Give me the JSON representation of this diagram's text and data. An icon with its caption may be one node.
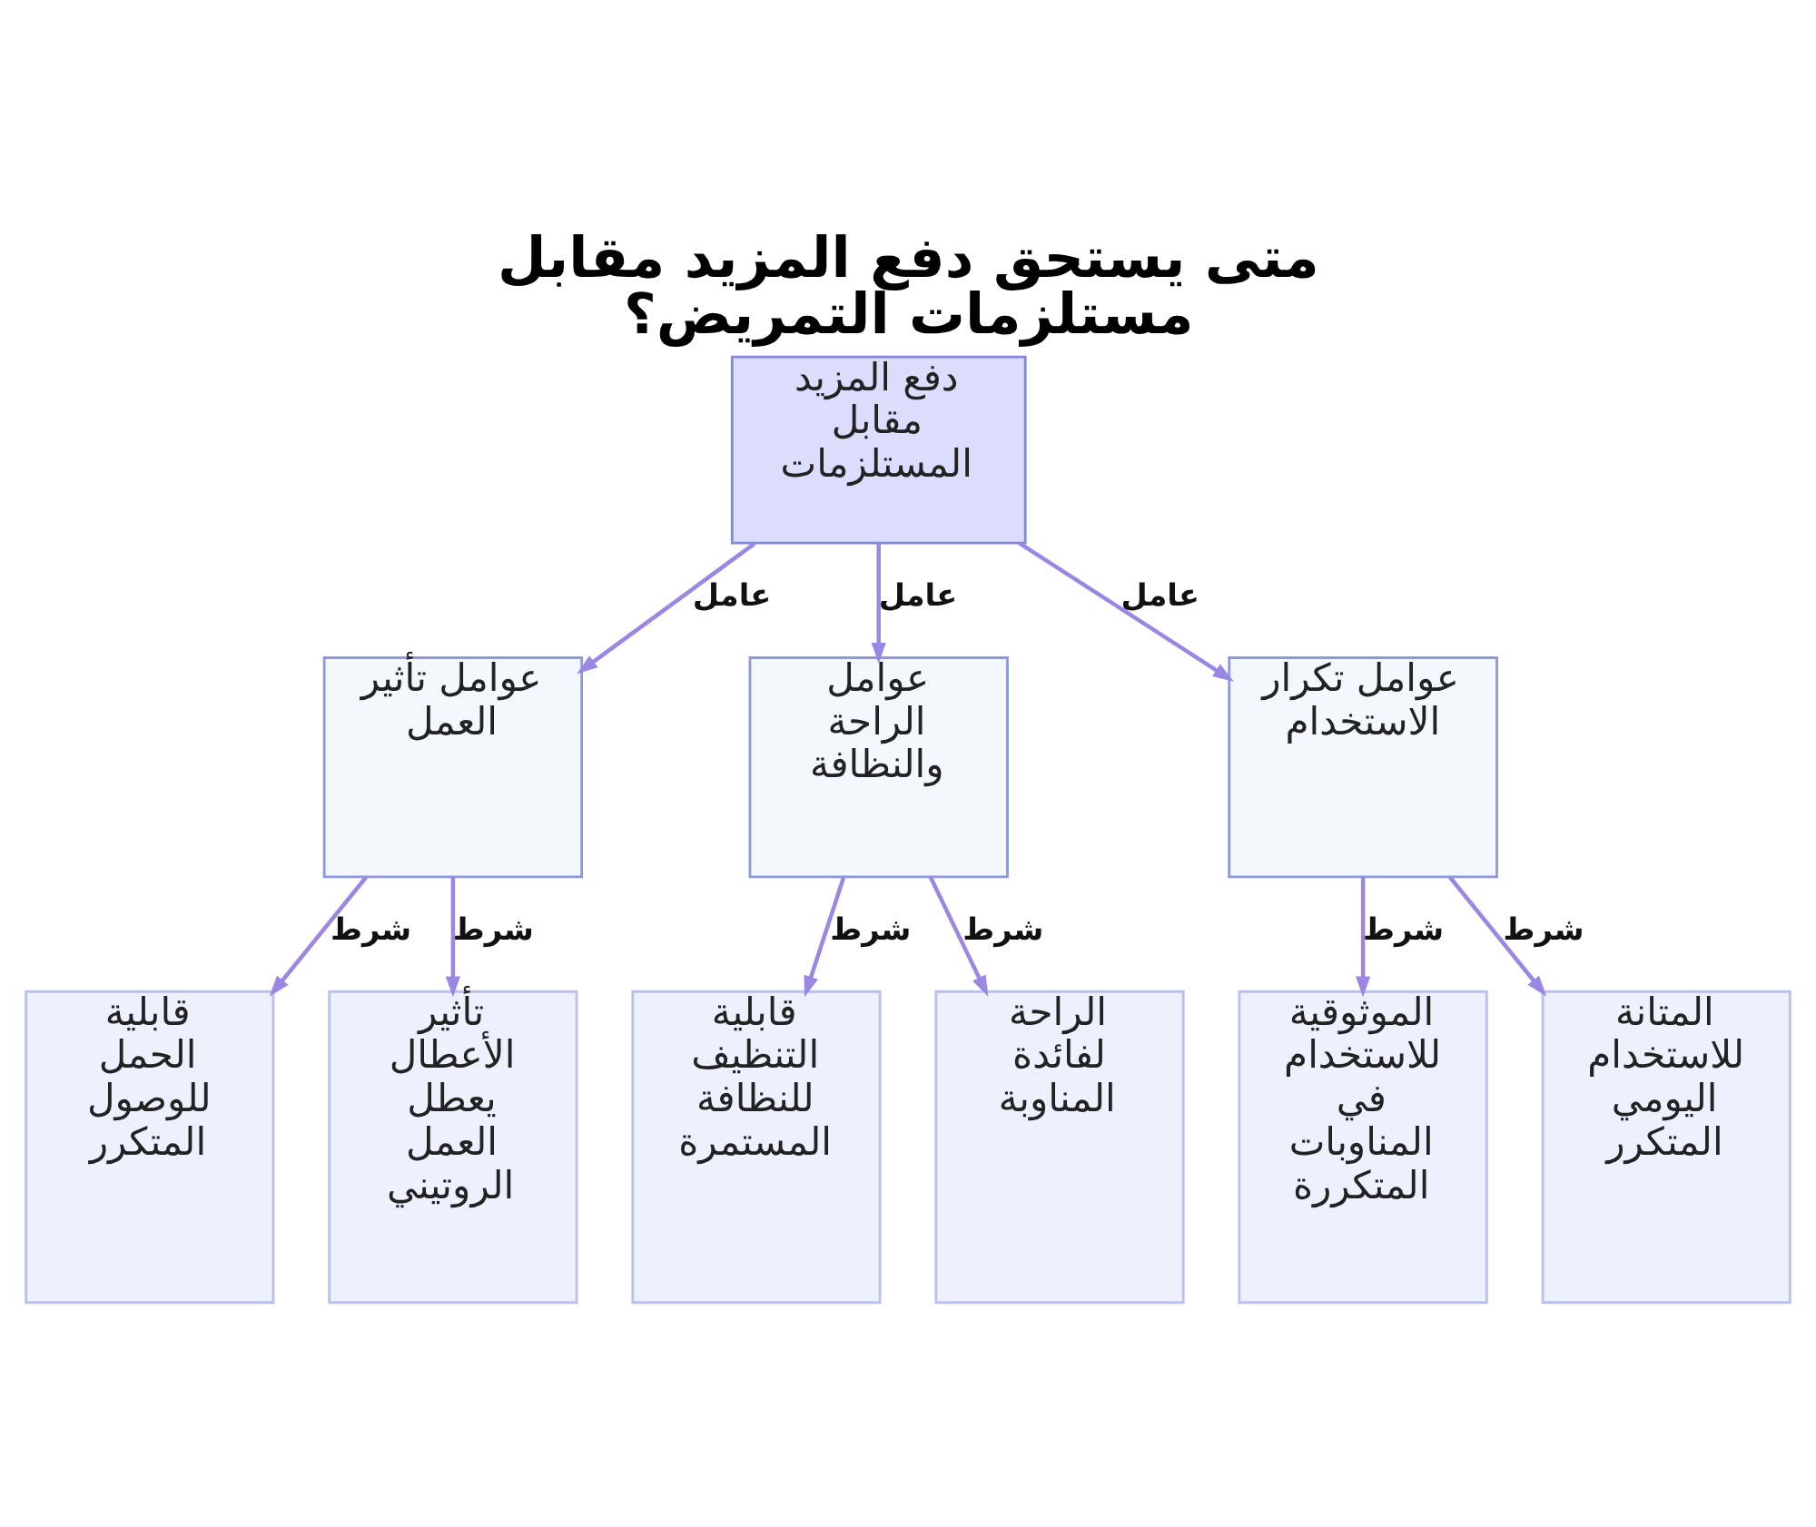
{
  "diagram": {
    "title": "متى يستحق دفع المزيد مقابل مستلزمات التمريض؟",
    "nodes": [
      {
        "text": [
          "دفع المزيد مقابل المستلزمات"
        ]
      },
      {
        "text": [
          "عوامل تأثير العمل"
        ]
      },
      {
        "text": [
          "عوامل الراحة والنظافة"
        ]
      },
      {
        "text": [
          "عوامل تكرار الاستخدام"
        ]
      },
      {
        "text": [
          "قابلية الحمل للوصول المتكرر"
        ]
      },
      {
        "text": [
          "تأثير الأعطال يعطل العمل الروتيني"
        ]
      },
      {
        "text": [
          "قابلية التنظيف للنظافة المستمرة"
        ]
      },
      {
        "text": [
          "الراحة لفائدة المناوبة"
        ]
      },
      {
        "text": [
          "الموثوقية للاستخدام في المناوبات المتكررة"
        ]
      },
      {
        "text": [
          "المتانة للاستخدام اليومي المتكرر"
        ]
      }
    ],
    "edges": [
      {
        "from": 0,
        "to": 1,
        "arrow": "to",
        "label": "عامل"
      },
      {
        "from": 0,
        "to": 2,
        "arrow": "to",
        "label": "عامل"
      },
      {
        "from": 0,
        "to": 3,
        "arrow": "to",
        "label": "عامل"
      },
      {
        "from": 1,
        "to": 4,
        "arrow": "to",
        "label": "شرط"
      },
      {
        "from": 1,
        "to": 5,
        "arrow": "to",
        "label": "شرط"
      },
      {
        "from": 2,
        "to": 6,
        "arrow": "to",
        "label": "شرط"
      },
      {
        "from": 2,
        "to": 7,
        "arrow": "to",
        "label": "شرط"
      },
      {
        "from": 3,
        "to": 8,
        "arrow": "to",
        "label": "شرط"
      },
      {
        "from": 3,
        "to": 9,
        "arrow": "to",
        "label": "شرط"
      }
    ]
  }
}
